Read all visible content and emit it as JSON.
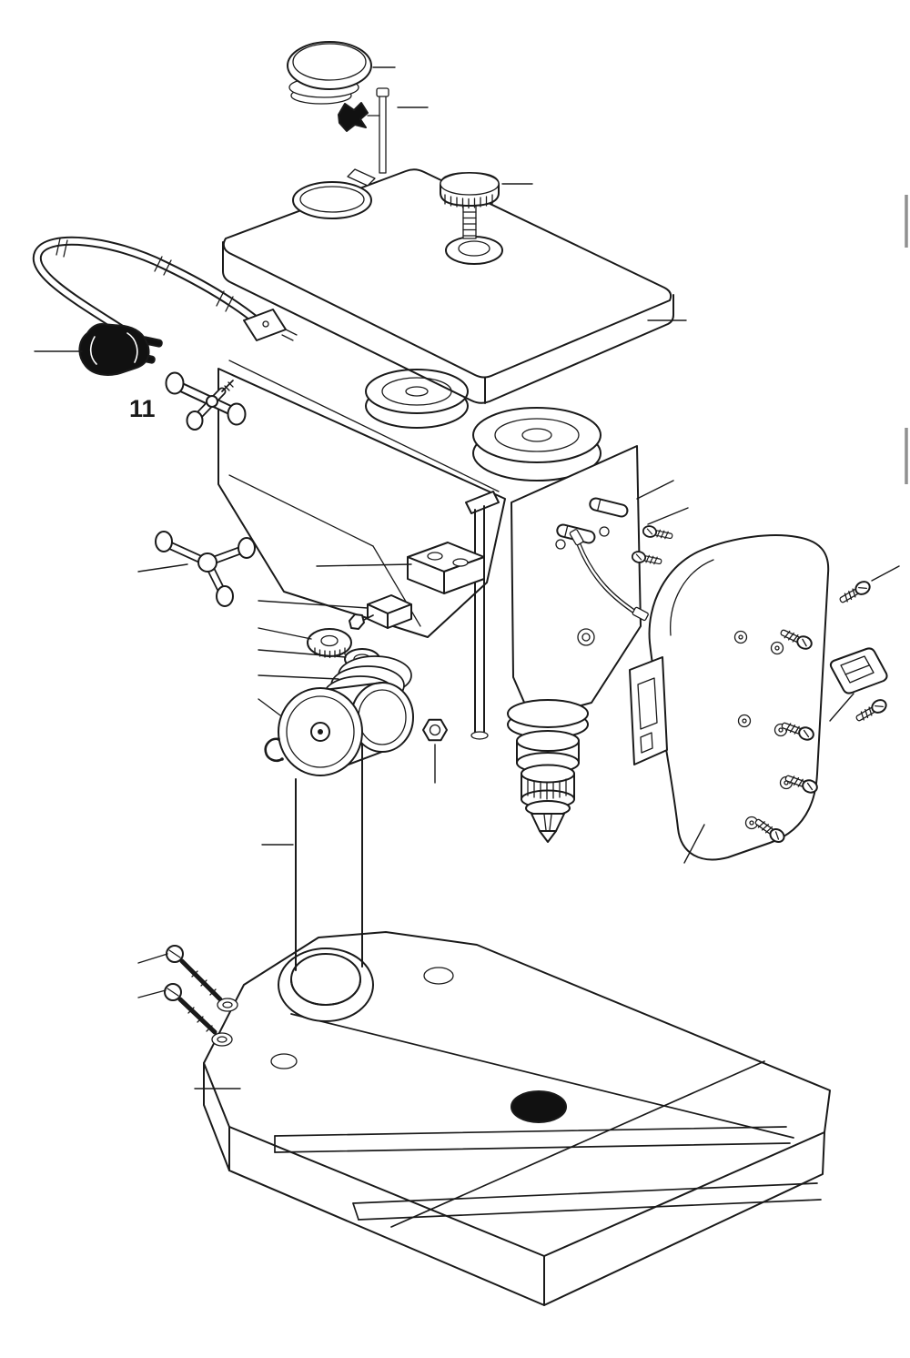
{
  "document": {
    "kind": "exploded-parts-diagram",
    "visible_labels": [
      "11"
    ]
  },
  "labels": {
    "part_11": "11"
  },
  "colors": {
    "background": "#ffffff",
    "line": "#1a1a1a",
    "solid": "#111111",
    "edge_mark": "#909090"
  },
  "parts": [
    "dust-cap",
    "pin-assembly",
    "knurled-screw",
    "belt-cover",
    "power-plug",
    "power-cord",
    "clamp-handle",
    "feed-handle",
    "head-body",
    "motor-pulley",
    "spindle-pulley",
    "guide-rod",
    "depth-stop-block",
    "clamp-block",
    "connector-pins",
    "signal-wire",
    "quill",
    "chuck",
    "knurled-nut",
    "spring-washer",
    "return-spring",
    "pulley-drum",
    "pulley-disc",
    "retaining-clip",
    "hex-nut",
    "column",
    "column-boss",
    "base",
    "base-bolts",
    "motor",
    "motor-screws",
    "switch-plate",
    "rocker-switch"
  ]
}
